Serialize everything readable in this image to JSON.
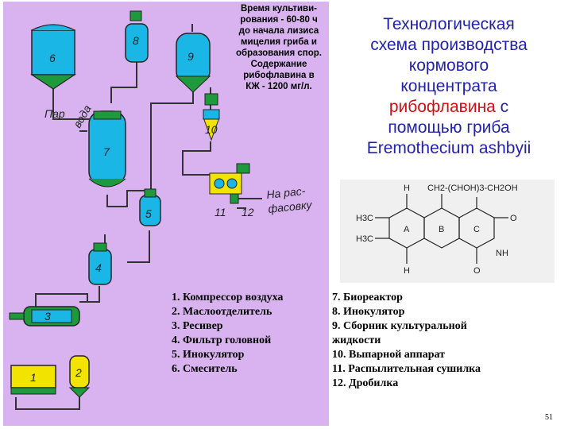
{
  "note": [
    "Время культиви-",
    "рования - 60-80 ч",
    "до начала лизиса",
    "мицелия гриба и",
    "образования спор.",
    "Содержание",
    "рибофлавина в",
    "КЖ - 1200 мг/л."
  ],
  "title": [
    "Технологическая",
    "схема производства",
    "кормового",
    "концентрата"
  ],
  "title_red": "рибофлавина",
  "title_tail": " с",
  "title_end": [
    "помощью гриба",
    "Eremothecium ashbyii"
  ],
  "legend_left": [
    "1. Компрессор воздуха",
    "2. Маслоотделитель",
    "3. Ресивер",
    "4. Фильтр головной",
    "5. Инокулятор",
    "6. Смеситель"
  ],
  "legend_right": [
    "7. Биореактор",
    "8. Инокулятор",
    "9. Сборник культуральной",
    "жидкости",
    "10. Выпарной аппарат",
    "11. Распылительная сушилка",
    "12. Дробилка"
  ],
  "scheme_labels": {
    "par": "Пар",
    "voda": "вода",
    "na_ras": "На рас-",
    "fasovku": "фасовку",
    "n1": "1",
    "n2": "2",
    "n3": "3",
    "n4": "4",
    "n5": "5",
    "n6": "6",
    "n7": "7",
    "n8": "8",
    "n9": "9",
    "n10": "10",
    "n11": "11",
    "n12": "12"
  },
  "formula": {
    "top_chain": "CH2-(CHOH)3-CH2OH",
    "h_top": "H",
    "h_bottom": "H",
    "methyl_top": "H3C",
    "methyl_bottom": "H3C",
    "ring_a": "A",
    "ring_b": "B",
    "ring_c": "C",
    "oxo_top": "O",
    "oxo_bottom": "O",
    "n_h": "NH"
  },
  "page_number": "51",
  "colors": {
    "panel": "#d9b3f0",
    "vessel": "#19b6e6",
    "vessel_bottom": "#1e9a3c",
    "pipe": "#333333",
    "compressor": "#f2e300",
    "title": "#2222aa",
    "accent": "#cc1111"
  }
}
